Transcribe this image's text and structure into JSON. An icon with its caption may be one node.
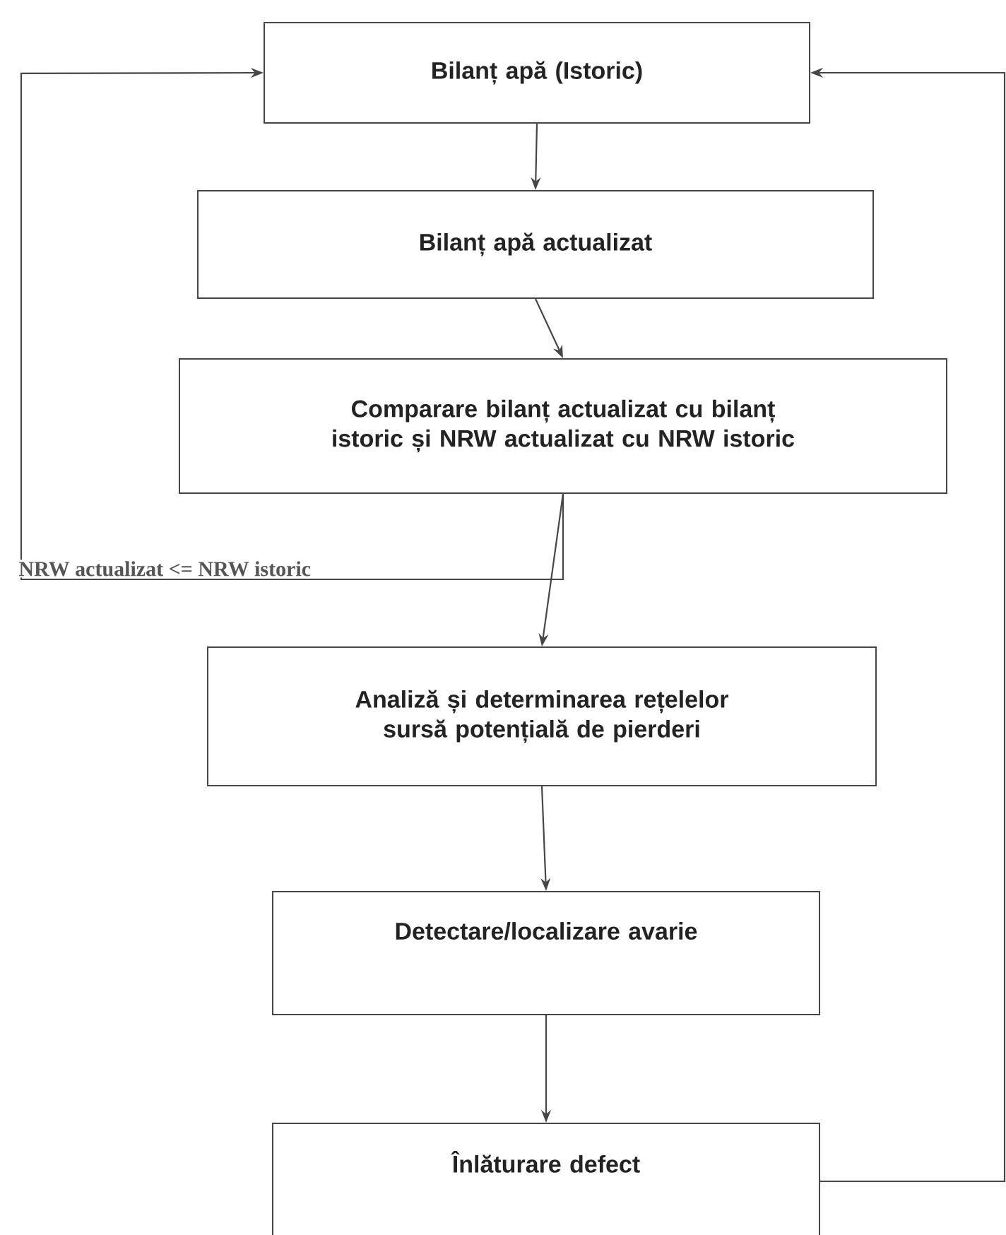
{
  "diagram": {
    "nodes": [
      {
        "text": [
          "Bilanț apă (Istoric)"
        ]
      },
      {
        "text": [
          "Bilanț apă actualizat"
        ]
      },
      {
        "text": [
          "Comparare bilanț actualizat cu bilanț istoric și NRW actualizat cu NRW istoric"
        ]
      },
      {
        "text": [
          "Analiză și determinarea rețelelor sursă potențială de pierderi"
        ]
      },
      {
        "text": [
          "Detectare/localizare avarie"
        ]
      },
      {
        "text": [
          "Înlăturare defect"
        ]
      }
    ],
    "edges": [
      {
        "from": 0,
        "to": 1,
        "arrow": "to"
      },
      {
        "from": 1,
        "to": 2,
        "arrow": "to"
      },
      {
        "from": 2,
        "to": 3,
        "arrow": "to"
      },
      {
        "from": 2,
        "to": 0,
        "arrow": "to",
        "label": "NRW actualizat <= NRW istoric"
      },
      {
        "from": 3,
        "to": 4,
        "arrow": "to"
      },
      {
        "from": 4,
        "to": 5,
        "arrow": "to"
      },
      {
        "from": 5,
        "to": 0,
        "arrow": "to"
      }
    ]
  }
}
